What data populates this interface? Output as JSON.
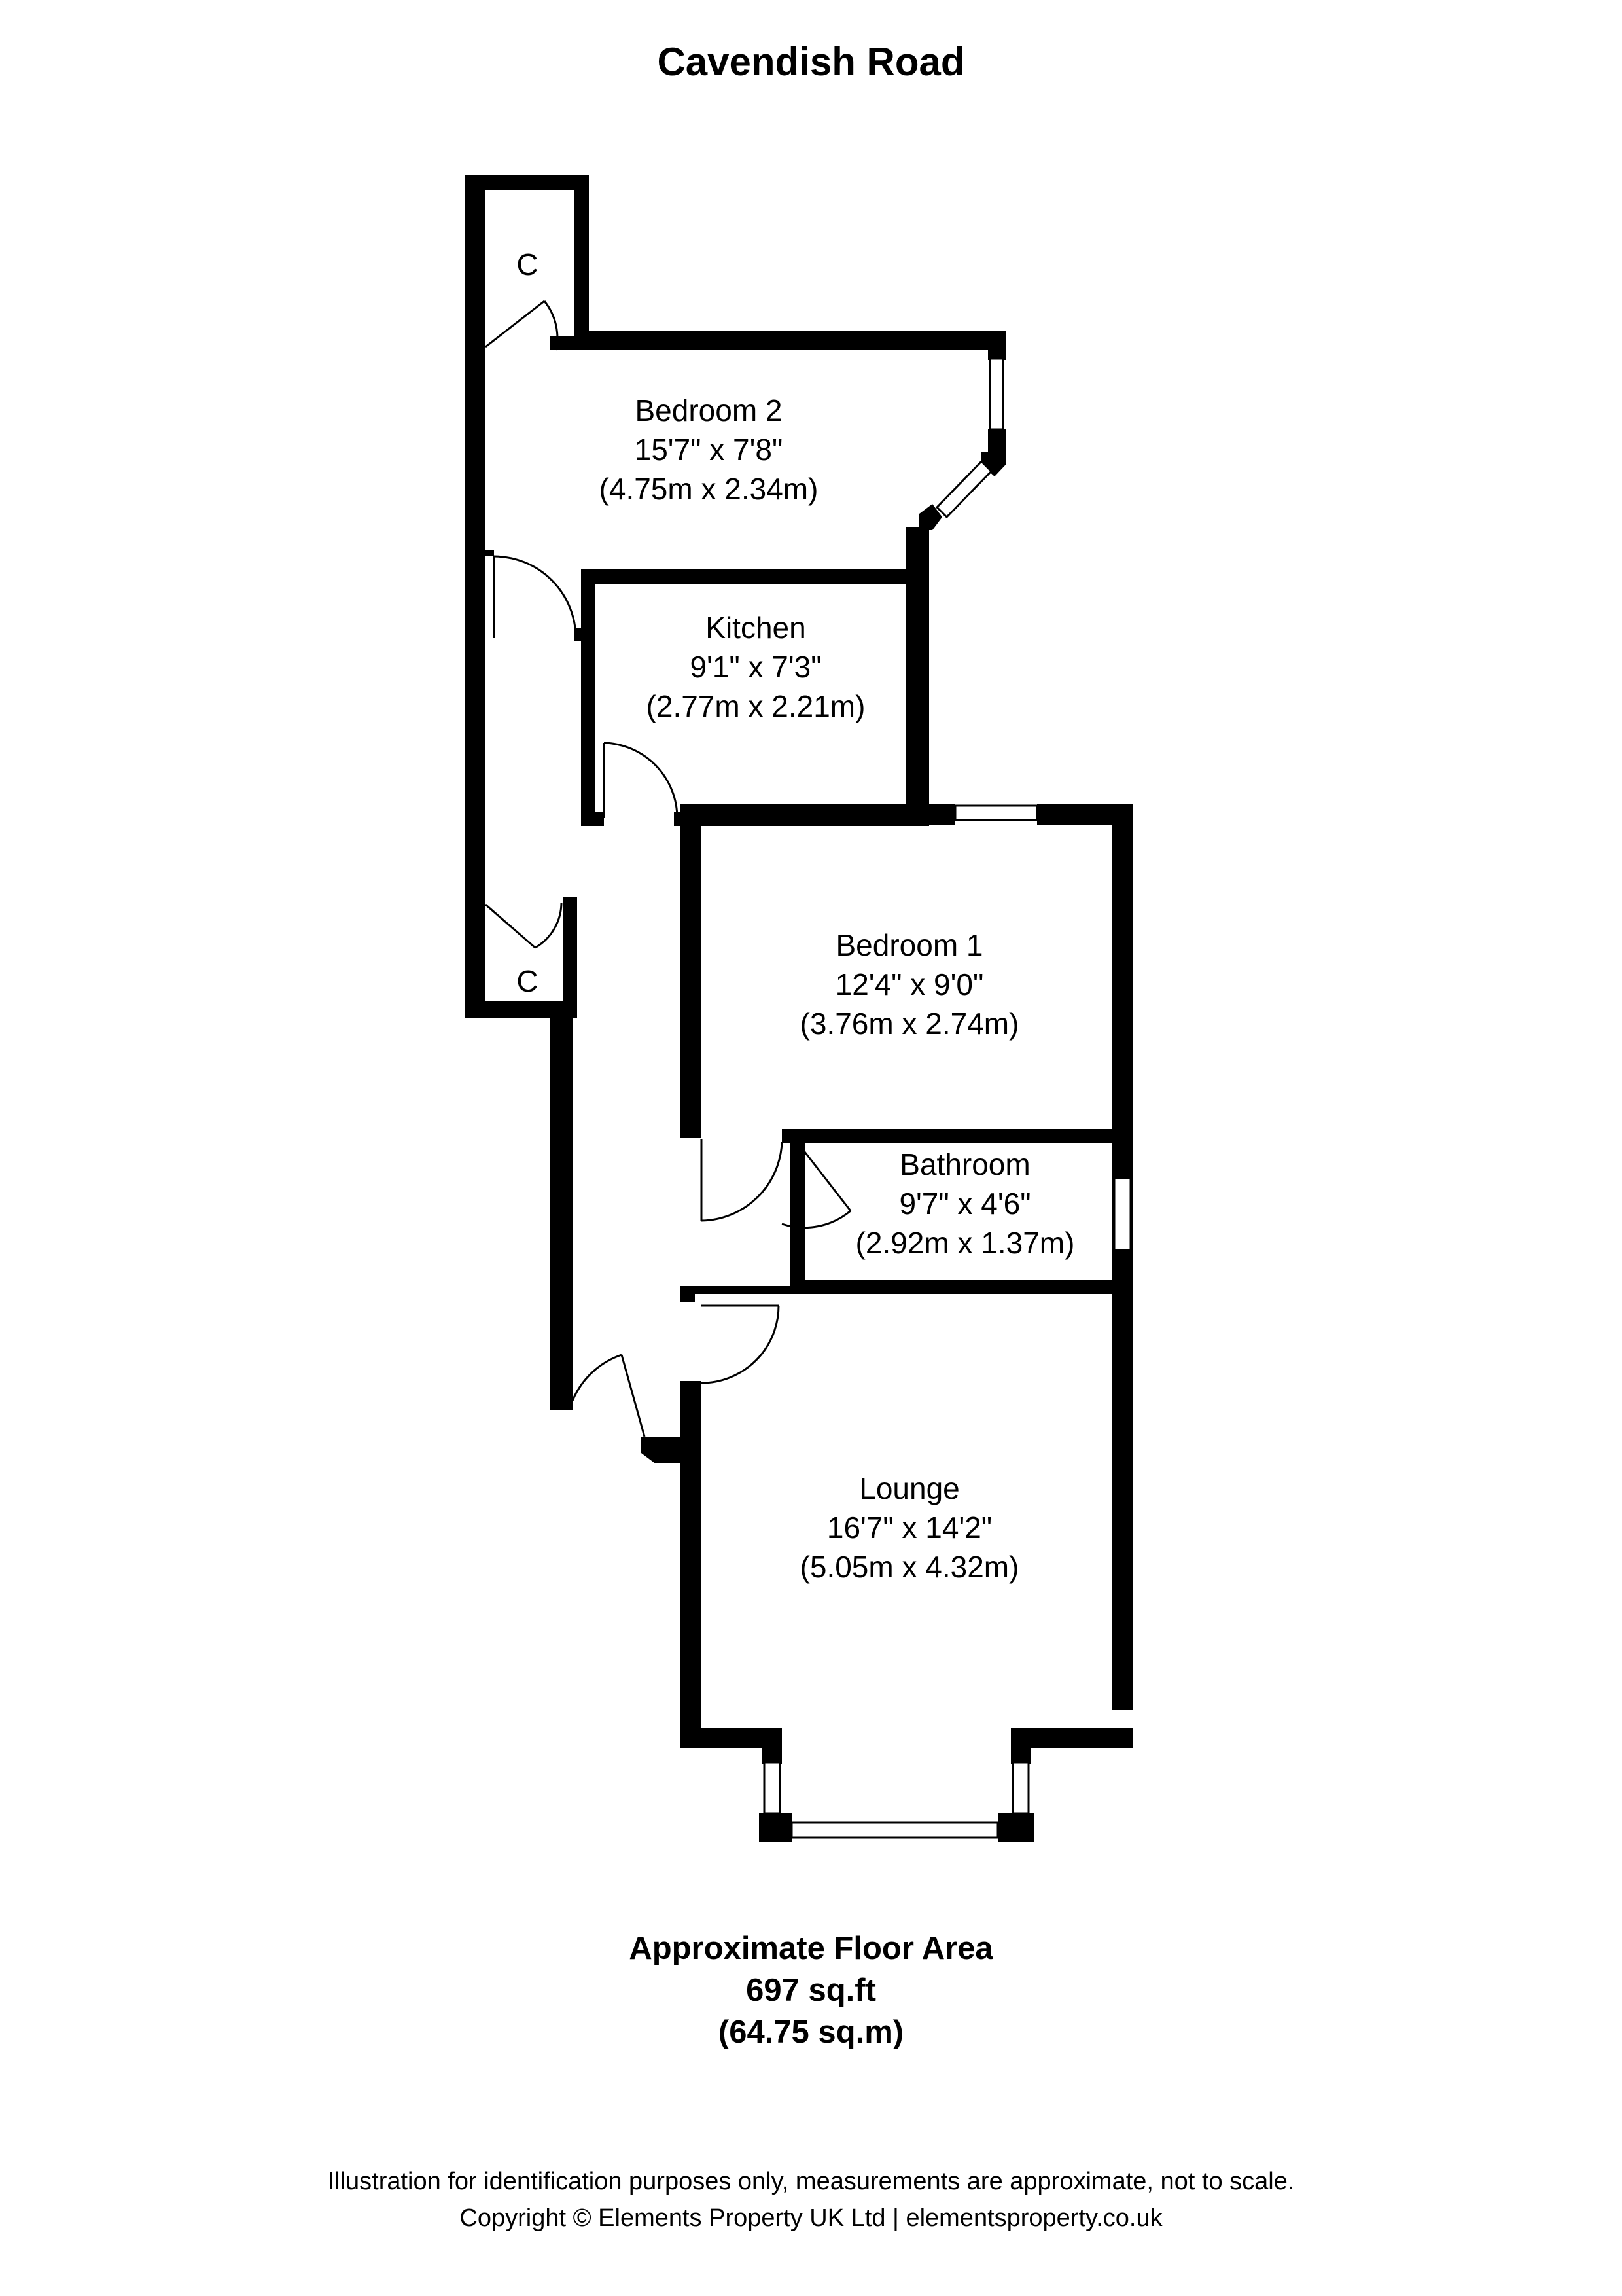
{
  "title": "Cavendish Road",
  "rooms": {
    "bedroom2": {
      "name": "Bedroom 2",
      "imperial": "15'7\" x 7'8\"",
      "metric": "(4.75m x 2.34m)"
    },
    "kitchen": {
      "name": "Kitchen",
      "imperial": "9'1\" x 7'3\"",
      "metric": "(2.77m x 2.21m)"
    },
    "bedroom1": {
      "name": "Bedroom 1",
      "imperial": "12'4\" x 9'0\"",
      "metric": "(3.76m x 2.74m)"
    },
    "bathroom": {
      "name": "Bathroom",
      "imperial": "9'7\" x 4'6\"",
      "metric": "(2.92m x 1.37m)"
    },
    "lounge": {
      "name": "Lounge",
      "imperial": "16'7\" x 14'2\"",
      "metric": "(5.05m x 4.32m)"
    }
  },
  "cupboards": {
    "top": "C",
    "middle": "C"
  },
  "floor_area": {
    "label": "Approximate Floor Area",
    "sqft": "697 sq.ft",
    "sqm": "(64.75 sq.m)"
  },
  "footer": {
    "disclaimer": "Illustration for identification purposes only, measurements are approximate, not to scale.",
    "copyright": "Copyright © Elements Property UK Ltd | elementsproperty.co.uk"
  },
  "colors": {
    "wall": "#000000",
    "background": "#ffffff"
  }
}
